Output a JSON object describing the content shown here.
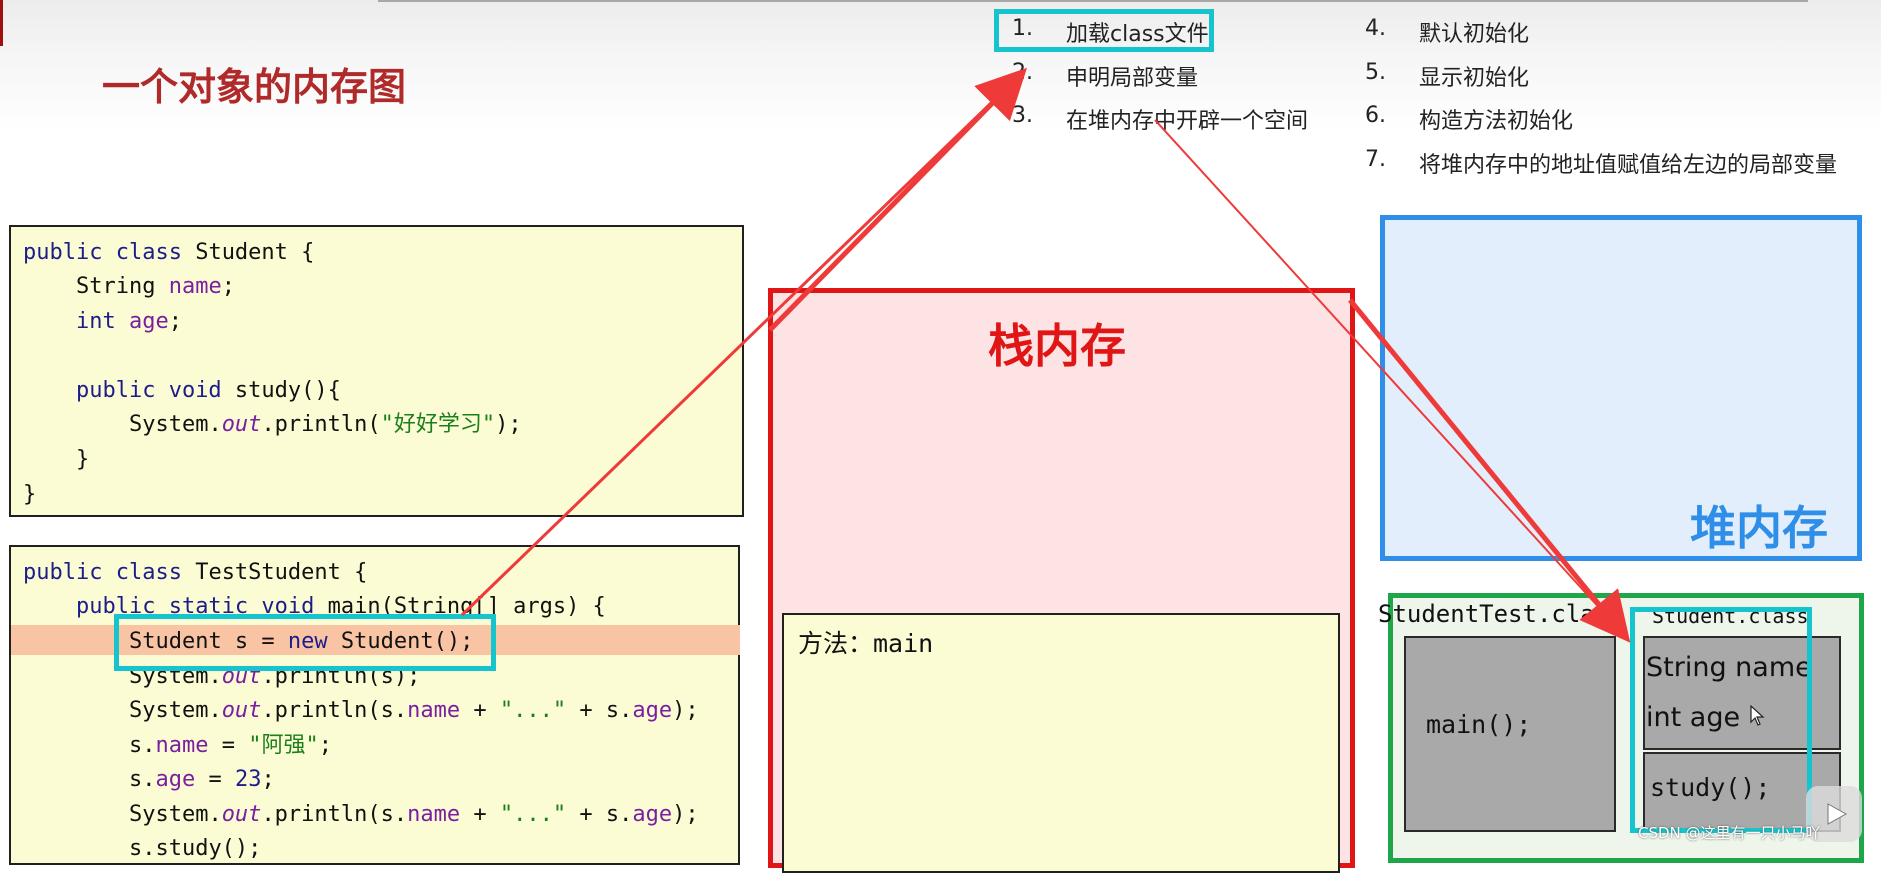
{
  "slide": {
    "title": "一个对象的内存图"
  },
  "steps": {
    "left": [
      {
        "num": "1.",
        "text": "加载class文件"
      },
      {
        "num": "2.",
        "text": "申明局部变量"
      },
      {
        "num": "3.",
        "text": "在堆内存中开辟一个空间"
      }
    ],
    "right": [
      {
        "num": "4.",
        "text": "默认初始化"
      },
      {
        "num": "5.",
        "text": "显示初始化"
      },
      {
        "num": "6.",
        "text": "构造方法初始化"
      },
      {
        "num": "7.",
        "text": "将堆内存中的地址值赋值给左边的局部变量"
      }
    ]
  },
  "code_student": {
    "l1_kw": "public class",
    "l1_rest": " Student {",
    "l2_type": "String ",
    "l2_field": "name",
    "l2_end": ";",
    "l3_kw": "int ",
    "l3_field": "age",
    "l3_end": ";",
    "l5_kw": "public void",
    "l5_rest": " study(){",
    "l6_a": "System.",
    "l6_out": "out",
    "l6_b": ".println(",
    "l6_str": "\"好好学习\"",
    "l6_c": ");",
    "l7": "}",
    "l8": "}"
  },
  "code_test": {
    "l1_kw": "public class",
    "l1_rest": " TestStudent {",
    "l2_kw": "public static void",
    "l2_rest": " main(String[] args) {",
    "l3_a": "Student s = ",
    "l3_kw": "new",
    "l3_b": " Student();",
    "l4_a": "System.",
    "l4_out": "out",
    "l4_b": ".println(s);",
    "l5_a": "System.",
    "l5_out": "out",
    "l5_b": ".println(s.",
    "l5_f1": "name",
    "l5_c": " + ",
    "l5_str": "\"...\"",
    "l5_d": " + s.",
    "l5_f2": "age",
    "l5_e": ");",
    "l6_a": "s.",
    "l6_f": "name",
    "l6_b": " = ",
    "l6_str": "\"阿强\"",
    "l6_c": ";",
    "l7_a": "s.",
    "l7_f": "age",
    "l7_b": " = ",
    "l7_num": "23",
    "l7_c": ";",
    "l8_a": "System.",
    "l8_out": "out",
    "l8_b": ".println(s.",
    "l8_f1": "name",
    "l8_c": " + ",
    "l8_str": "\"...\"",
    "l8_d": " + s.",
    "l8_f2": "age",
    "l8_e": ");",
    "l9": "s.study();"
  },
  "stack": {
    "title": "栈内存",
    "frame_label": "方法：main"
  },
  "heap": {
    "title": "堆内存"
  },
  "method_area": {
    "studenttest_class": "StudentTest.class",
    "studenttest_method": "main();",
    "student_class": "Student.class",
    "student_field_1": "String name",
    "student_field_2": "int age",
    "student_method": "study();"
  },
  "watermark": "CSDN @这里有一只小马吖",
  "colors": {
    "title_red": "#b02a2a",
    "highlight_cyan": "#15c4cc",
    "stack_red": "#e01515",
    "heap_blue": "#2f8ee8",
    "method_green": "#1fa64a",
    "code_bg": "#fcfcd4",
    "line_highlight": "#f9c4a4"
  }
}
